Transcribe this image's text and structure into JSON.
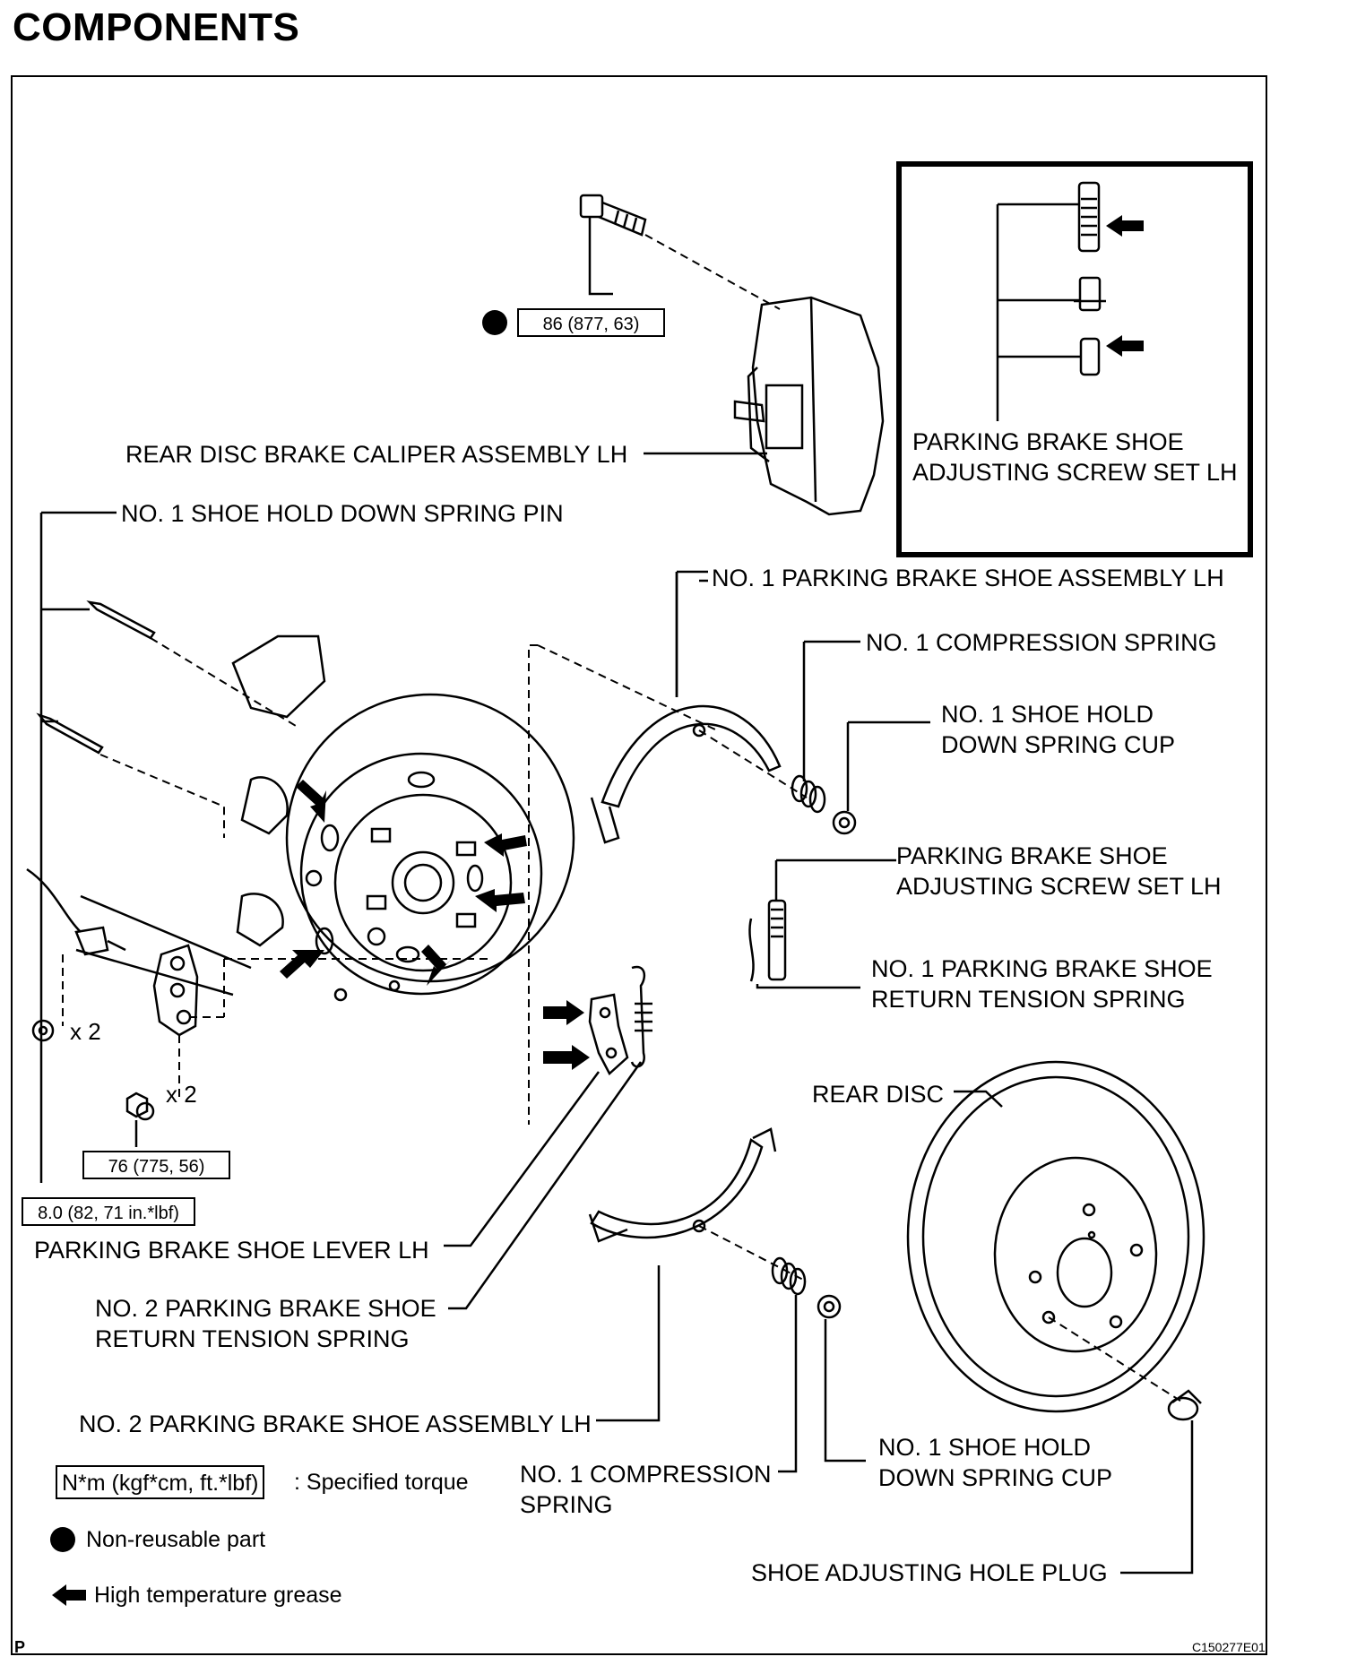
{
  "title": "COMPONENTS",
  "labels": {
    "caliper": "REAR DISC BRAKE CALIPER ASSEMBLY LH",
    "hold_pin": "NO. 1 SHOE HOLD DOWN SPRING PIN",
    "inset_line1": "PARKING BRAKE SHOE",
    "inset_line2": "ADJUSTING SCREW SET LH",
    "shoe1": "NO. 1 PARKING BRAKE SHOE ASSEMBLY LH",
    "comp_spring_top": "NO. 1 COMPRESSION SPRING",
    "cup_top_1": "NO. 1 SHOE HOLD",
    "cup_top_2": "DOWN SPRING CUP",
    "adj_1": "PARKING BRAKE SHOE",
    "adj_2": "ADJUSTING SCREW SET LH",
    "ret1_1": "NO. 1 PARKING BRAKE SHOE",
    "ret1_2": "RETURN TENSION SPRING",
    "rear_disc": "REAR DISC",
    "lever": "PARKING BRAKE SHOE LEVER LH",
    "ret2_1": "NO. 2 PARKING BRAKE SHOE",
    "ret2_2": "RETURN TENSION SPRING",
    "shoe2": "NO. 2 PARKING BRAKE SHOE ASSEMBLY LH",
    "comp_spring_bot_1": "NO. 1 COMPRESSION",
    "comp_spring_bot_2": "SPRING",
    "cup_bot_1": "NO. 1 SHOE HOLD",
    "cup_bot_2": "DOWN SPRING CUP",
    "plug": "SHOE ADJUSTING HOLE PLUG"
  },
  "torques": {
    "caliper_bolt": "86 (877, 63)",
    "nut": "76 (775, 56)",
    "small_nut": "8.0 (82, 71 in.*lbf)"
  },
  "multipliers": {
    "small_nut": "x 2",
    "nut": "x 2"
  },
  "legend": {
    "torque_box": "N*m (kgf*cm, ft.*lbf)",
    "torque_text": ": Specified torque",
    "nonreusable": "Non-reusable part",
    "grease": "High temperature grease"
  },
  "footer": {
    "corner": "P",
    "code": "C150277E01"
  },
  "icons": {
    "nonreusable": "filled-circle-icon",
    "grease": "grease-arrow-icon"
  }
}
